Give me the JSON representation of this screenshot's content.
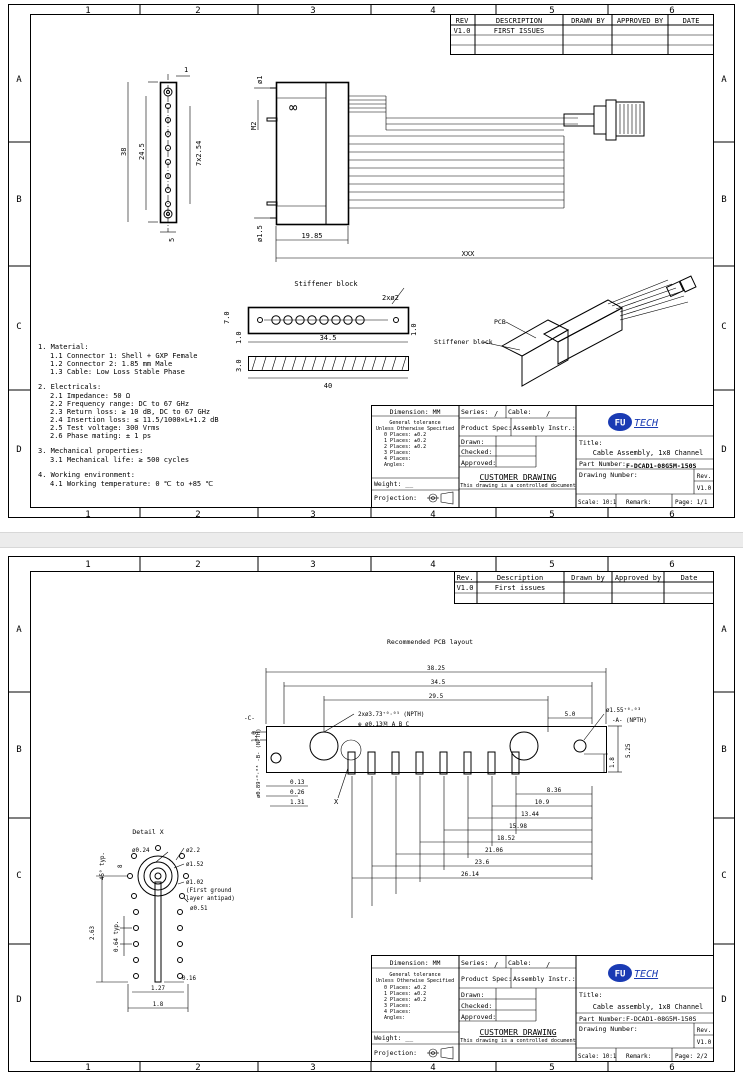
{
  "border": {
    "columns": [
      "1",
      "2",
      "3",
      "4",
      "5",
      "6"
    ],
    "rows": [
      "A",
      "B",
      "C",
      "D"
    ]
  },
  "sheet1": {
    "revision_table": {
      "headers": [
        "REV",
        "DESCRIPTION",
        "DRAWN BY",
        "APPROVED BY",
        "DATE"
      ],
      "row": [
        "V1.0",
        "FIRST ISSUES",
        "",
        "",
        ""
      ]
    },
    "dims": {
      "top": "1",
      "d38": "38",
      "d245": "24.5",
      "pitch": "7x2.54",
      "d5": "5",
      "phi1": "ø1",
      "m2": "M2",
      "phi15": "ø1.5",
      "d1985": "19.85",
      "xxx": "XXX"
    },
    "stiffener": {
      "title": "Stiffener block",
      "d2x": "2xø2",
      "d70": "7.0",
      "d10a": "1.0",
      "d345": "34.5",
      "d10b": "1.0",
      "d30": "3.0",
      "d40": "40"
    },
    "pcb_labels": {
      "pcb": "PCB",
      "stiffener": "Stiffener block"
    },
    "notes": [
      "1. Material:",
      "1.1 Connector 1: Shell + GXP Female",
      "1.2 Connector 2: 1.85 mm Male",
      "1.3 Cable: Low Loss Stable Phase",
      "2. Electricals:",
      "2.1 Impedance: 50 Ω",
      "2.2 Frequency range: DC to 67 GHz",
      "2.3 Return loss: ≥ 10 dB, DC to 67 GHz",
      "2.4 Insertion loss: ≤ 11.5/1000✕L+1.2 dB",
      "2.5 Test voltage: 300 Vrms",
      "2.6 Phase mating: ± 1 ps",
      "3. Mechanical properties:",
      "3.1 Mechanical life: ≥ 500 cycles",
      "4. Working environment:",
      "4.1 Working temperature: 0 ℃ to +85 ℃"
    ],
    "title_block": {
      "dimension": "Dimension: MM",
      "tolerance": [
        "General tolerance",
        "Unless Otherwise Specified",
        "0 Places:   ±0.2",
        "1 Places:   ±0.2",
        "2 Places:   ±0.2",
        "3 Places:",
        "4 Places:",
        "Angles:"
      ],
      "weight": "Weight:  __",
      "projection": "Projection:",
      "series": "Series:",
      "series_val": "/",
      "cable": "Cable:",
      "cable_val": "/",
      "product_spec": "Product Spec:",
      "assembly": "Assembly Instr.:",
      "drawn": "Drawn:",
      "checked": "Checked:",
      "approved": "Approved:",
      "customer_drawing": "CUSTOMER DRAWING",
      "controlled": "This drawing is a controlled document",
      "logo_fu": "FU",
      "logo_tech": "TECH",
      "title_label": "Title:",
      "title_value": "Cable Assembly, 1x8 Channel",
      "part_label": "Part Number:",
      "part_value": "F-DCAD1-08G5M-150S",
      "drawing_number": "Drawing Number:",
      "rev_label": "Rev.",
      "rev_value": "V1.0",
      "scale": "Scale: 10:1",
      "remark": "Remark:",
      "page": "Page: 1/1"
    }
  },
  "sheet2": {
    "revision_table": {
      "headers": [
        "Rev.",
        "Description",
        "Drawn by",
        "Approved by",
        "Date"
      ],
      "row": [
        "V1.0",
        "First issues",
        "",
        "",
        ""
      ]
    },
    "pcb_title": "Recommended PCB layout",
    "dims_top": [
      "38.25",
      "34.5",
      "29.5",
      "5.0"
    ],
    "callouts": {
      "npth2x": "2xø3.73⁺⁰·⁰⁵ (NPTH)",
      "gdt1": "⊕ ø0.13Ⓜ A B C",
      "phi155": "ø1.55⁺⁰·⁰³",
      "npthA": "-A- (NPTH)",
      "ref_c": "-C-",
      "d10": "1.0",
      "d525": "5.25",
      "d18": "1.8",
      "left_npth": "ø0.89⁺⁰·⁰³ -B- (NPTH)",
      "d013": "0.13",
      "d026": "0.26",
      "d131": "1.31",
      "x_label": "X"
    },
    "dims_bottom": [
      "8.36",
      "10.9",
      "13.44",
      "15.98",
      "18.52",
      "21.06",
      "23.6",
      "26.14"
    ],
    "detail": {
      "title": "Detail X",
      "phi024": "ø0.24",
      "phi22": "ø2.2",
      "phi152": "ø1.52",
      "phi102": "ø1.02",
      "ground": "(First ground",
      "antipad": "layer antipad)",
      "phi051": "ø0.51",
      "typ45": "45° typ.",
      "v8": "8",
      "d263": "2.63",
      "d064": "0.64 typ.",
      "d016": "0.16",
      "d127": "1.27",
      "d18": "1.8"
    },
    "title_block": {
      "dimension": "Dimension: MM",
      "tolerance": [
        "General tolerance",
        "Unless Otherwise Specified",
        "0 Places:   ±0.2",
        "1 Places:   ±0.2",
        "2 Places:   ±0.2",
        "3 Places:",
        "4 Places:",
        "Angles:"
      ],
      "weight": "Weight:  __",
      "projection": "Projection:",
      "series": "Series:",
      "series_val": "/",
      "cable": "Cable:",
      "cable_val": "/",
      "product_spec": "Product Spec:",
      "assembly": "Assembly Instr.:",
      "drawn": "Drawn:",
      "checked": "Checked:",
      "approved": "Approved:",
      "customer_drawing": "CUSTOMER DRAWING",
      "controlled": "This drawing is a controlled document",
      "logo_fu": "FU",
      "logo_tech": "TECH",
      "title_label": "Title:",
      "title_value": "Cable assembly, 1x8 Channel",
      "part_label": "Part Number:",
      "part_value": "F-DCAD1-08G5M-150S",
      "drawing_number": "Drawing Number:",
      "rev_label": "Rev.",
      "rev_value": "V1.0",
      "scale": "Scale: 10:1",
      "remark": "Remark:",
      "page": "Page: 2/2"
    }
  },
  "colors": {
    "logo": "#1a3bb3",
    "line": "#000000"
  }
}
